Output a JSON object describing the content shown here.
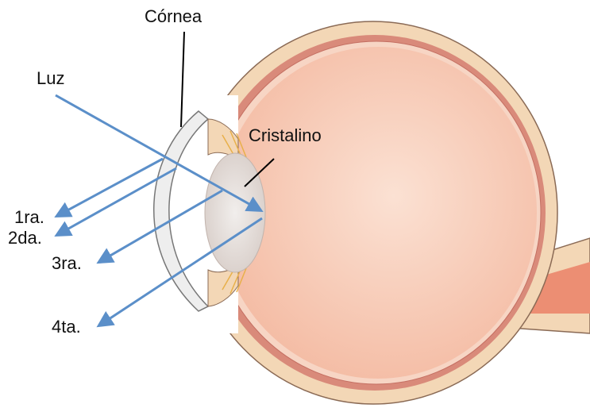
{
  "labels": {
    "cornea": "Córnea",
    "light": "Luz",
    "lens": "Cristalino",
    "first": "1ra.",
    "second": "2da.",
    "third": "3ra.",
    "fourth": "4ta."
  },
  "colors": {
    "ray": "#5b8fc9",
    "outer_wall": "#f3d7b6",
    "outer_stroke": "#8a6a55",
    "vitreous": "#f6c6b0",
    "choroid": "#d98a7a",
    "lens": "#e4ddd8",
    "cornea": "#eeeeee",
    "zonules": "#e8b04a",
    "optic_nerve": "#ec8e73"
  }
}
